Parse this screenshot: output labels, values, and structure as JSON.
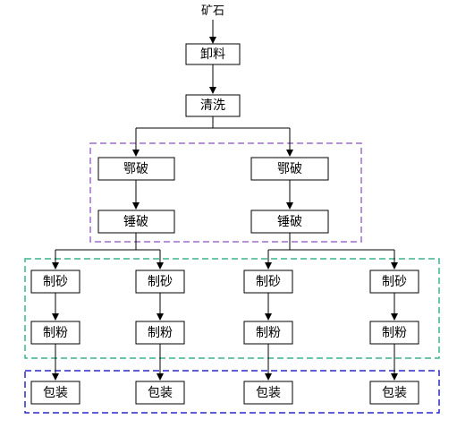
{
  "diagram": {
    "source_label": "矿石",
    "nodes": {
      "unload": "卸料",
      "wash": "清洗",
      "jaw_left": "鄂破",
      "jaw_right": "鄂破",
      "hammer_left": "锤破",
      "hammer_right": "锤破",
      "sand_1": "制砂",
      "sand_2": "制砂",
      "sand_3": "制砂",
      "sand_4": "制砂",
      "powder_1": "制粉",
      "powder_2": "制粉",
      "powder_3": "制粉",
      "powder_4": "制粉",
      "pack_1": "包装",
      "pack_2": "包装",
      "pack_3": "包装",
      "pack_4": "包装"
    },
    "colors": {
      "line": "#000000",
      "node_border": "#000000",
      "group_crushing": "#a06ec8",
      "group_sand_powder": "#3cb48c",
      "group_packaging": "#2828c8"
    }
  }
}
